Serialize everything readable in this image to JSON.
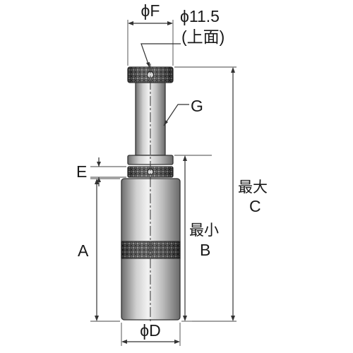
{
  "labels": {
    "phi_f": "ϕF",
    "phi_top": "ϕ11.5",
    "top_note": "(上面)",
    "g": "G",
    "e": "E",
    "a": "A",
    "max_label": "最大",
    "c": "C",
    "min_label": "最小",
    "b": "B",
    "phi_d": "ϕD"
  },
  "colors": {
    "metal_dark": "#7a7a7a",
    "metal_light": "#e6e6e6",
    "knurl": "#3a3a3a",
    "line": "#333333"
  }
}
